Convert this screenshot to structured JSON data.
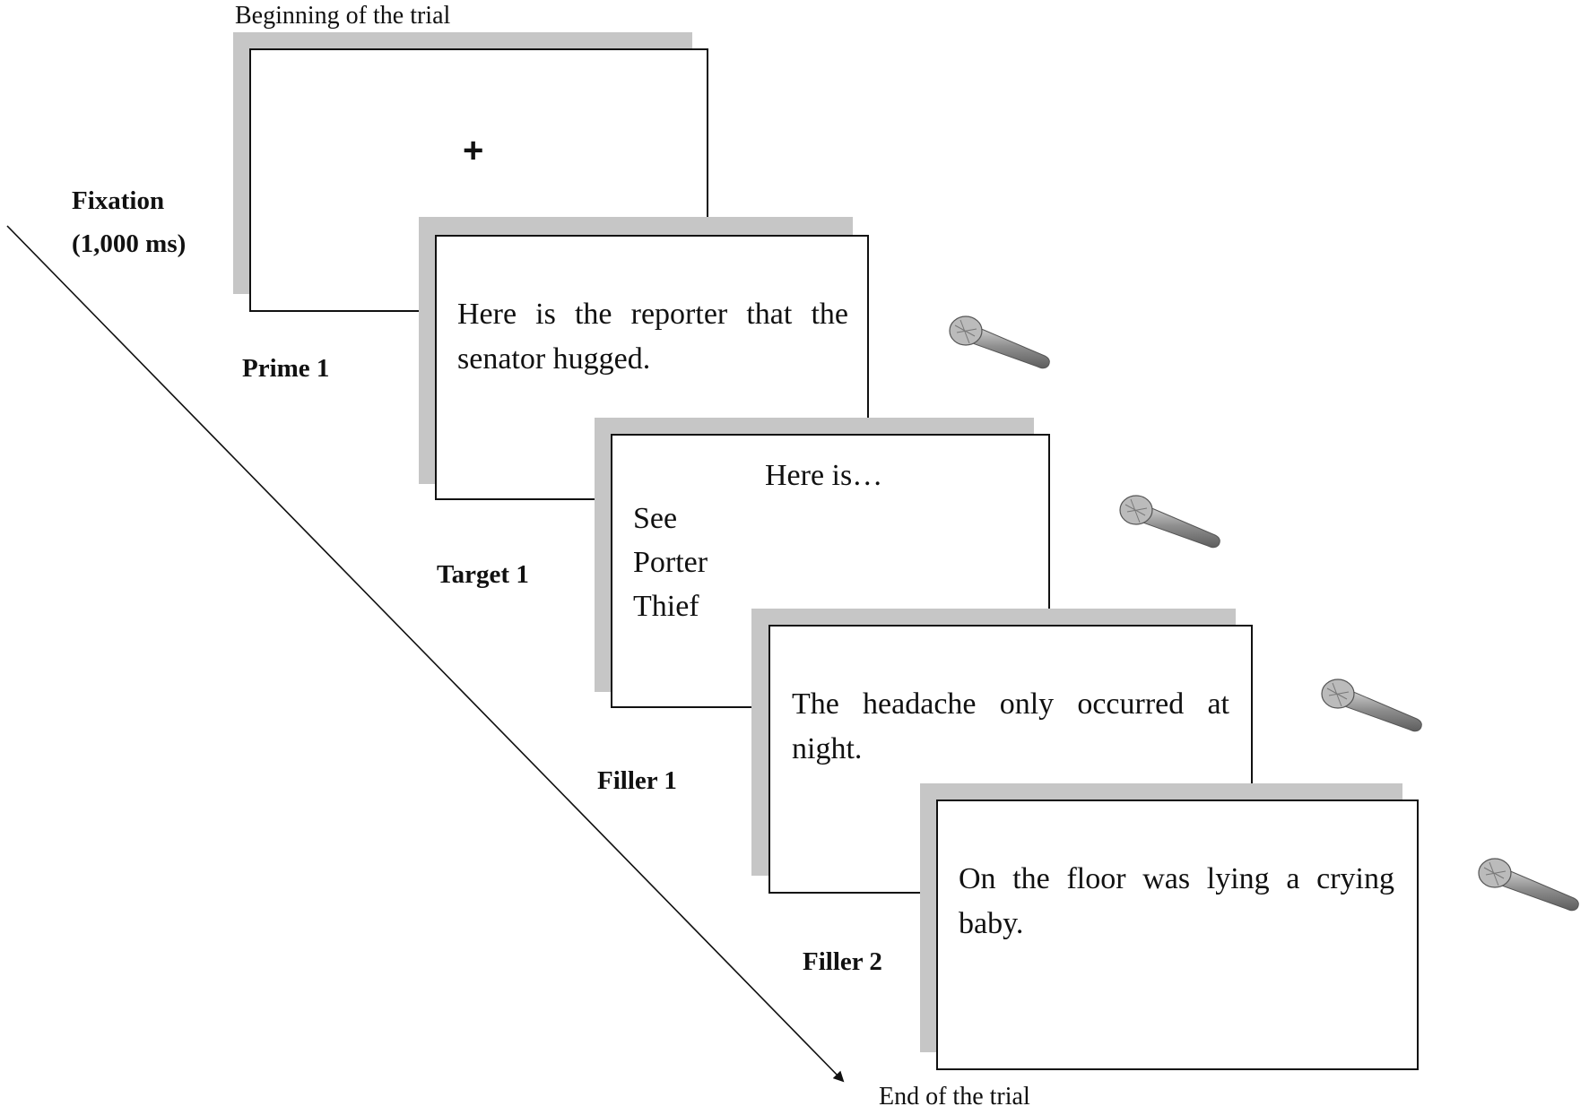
{
  "diagram": {
    "start_caption": "Beginning of the trial",
    "end_caption": "End of the trial",
    "fixation_label_line1": "Fixation",
    "fixation_label_line2": "(1,000 ms)",
    "fixation_symbol": "+",
    "stages": [
      {
        "label": "Prime 1",
        "text": "Here is the reporter that the senator hugged.",
        "icon": "microphone-icon"
      },
      {
        "label": "Target 1",
        "header": "Here is…",
        "words": [
          "See",
          "Porter",
          "Thief"
        ],
        "icon": "microphone-icon"
      },
      {
        "label": "Filler 1",
        "text": "The headache only occurred at night.",
        "icon": "microphone-icon"
      },
      {
        "label": "Filler 2",
        "text": "On the floor was lying a crying baby.",
        "icon": "microphone-icon"
      }
    ],
    "colors": {
      "shadow": "#c6c6c6",
      "border": "#111111",
      "mic_body": "#9a9a9a"
    }
  }
}
